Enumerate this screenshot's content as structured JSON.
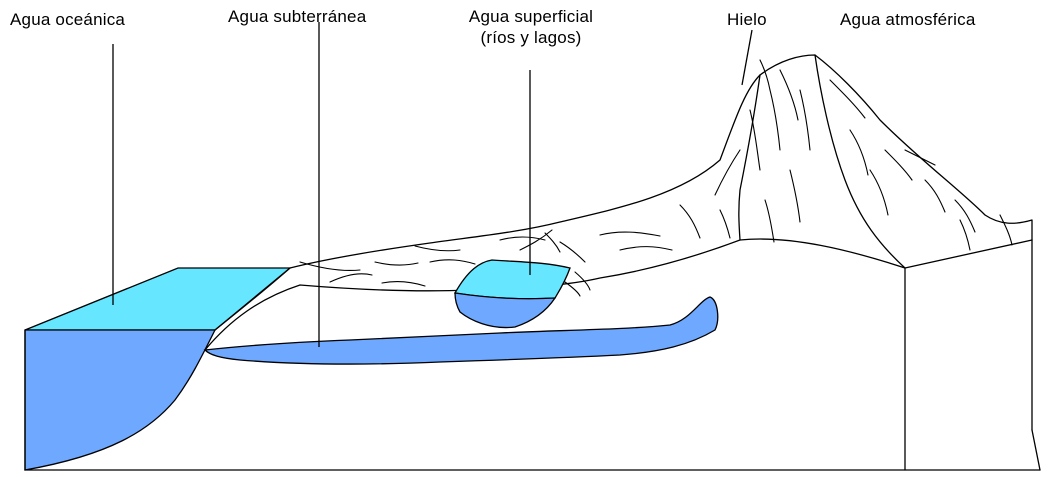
{
  "labels": {
    "ocean": "Agua oceánica",
    "groundwater": "Agua subterránea",
    "surface_line1": "Agua superficial",
    "surface_line2": "(ríos y lagos)",
    "ice": "Hielo",
    "atmosphere": "Agua atmosférica"
  },
  "colors": {
    "ocean_top": "#66e6ff",
    "water_body": "#6ea8ff",
    "lake_top": "#66e6ff",
    "line": "#000000",
    "background": "#ffffff"
  }
}
